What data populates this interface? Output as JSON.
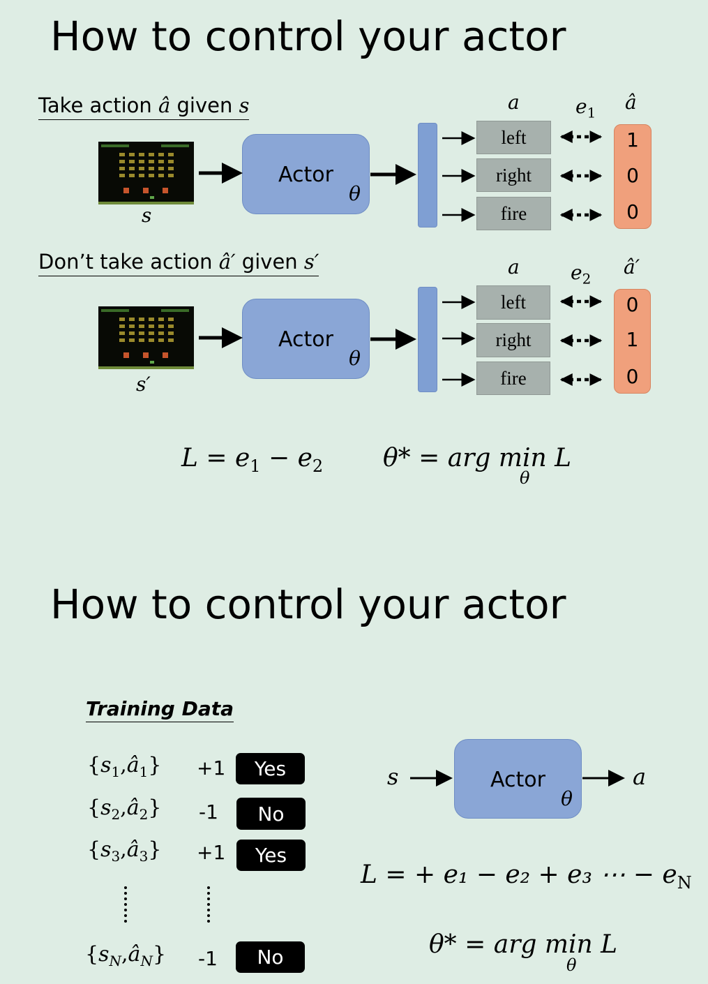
{
  "slide1": {
    "title": "How to control your actor",
    "row1": {
      "heading_text": "Take action ",
      "heading_action": "â",
      "heading_given": " given ",
      "heading_state": "s",
      "state_label": "s",
      "actor_label": "Actor",
      "theta": "θ",
      "col_a": "a",
      "col_e": "e",
      "col_e_sub": "1",
      "col_target": "â",
      "actions": [
        "left",
        "right",
        "fire"
      ],
      "target_values": [
        "1",
        "0",
        "0"
      ]
    },
    "row2": {
      "heading_text": "Don’t take action ",
      "heading_action": "â′",
      "heading_given": " given ",
      "heading_state": "s′",
      "state_label": "s′",
      "actor_label": "Actor",
      "theta": "θ",
      "col_a": "a",
      "col_e": "e",
      "col_e_sub": "2",
      "col_target": "â′",
      "actions": [
        "left",
        "right",
        "fire"
      ],
      "target_values": [
        "0",
        "1",
        "0"
      ]
    },
    "loss_lhs": "L = e",
    "loss_sub1": "1",
    "loss_mid": " − e",
    "loss_sub2": "2",
    "opt_text": "θ* = arg min L",
    "opt_under": "θ"
  },
  "slide2": {
    "title": "How to control your actor",
    "training_heading": "Training Data",
    "rows": [
      {
        "pair_s": "s",
        "pair_sub": "1",
        "label": "+1",
        "tag": "Yes"
      },
      {
        "pair_s": "s",
        "pair_sub": "2",
        "label": "-1",
        "tag": "No"
      },
      {
        "pair_s": "s",
        "pair_sub": "3",
        "label": "+1",
        "tag": "Yes"
      },
      {
        "pair_s": "s",
        "pair_sub": "N",
        "label": "-1",
        "tag": "No"
      }
    ],
    "input_label": "s",
    "actor_label": "Actor",
    "theta": "θ",
    "output_label": "a",
    "loss_text": "L = + e₁ − e₂ + e₃ ⋯ − e",
    "loss_last_sub": "N",
    "opt_text": "θ* = arg min L",
    "opt_under": "θ"
  }
}
